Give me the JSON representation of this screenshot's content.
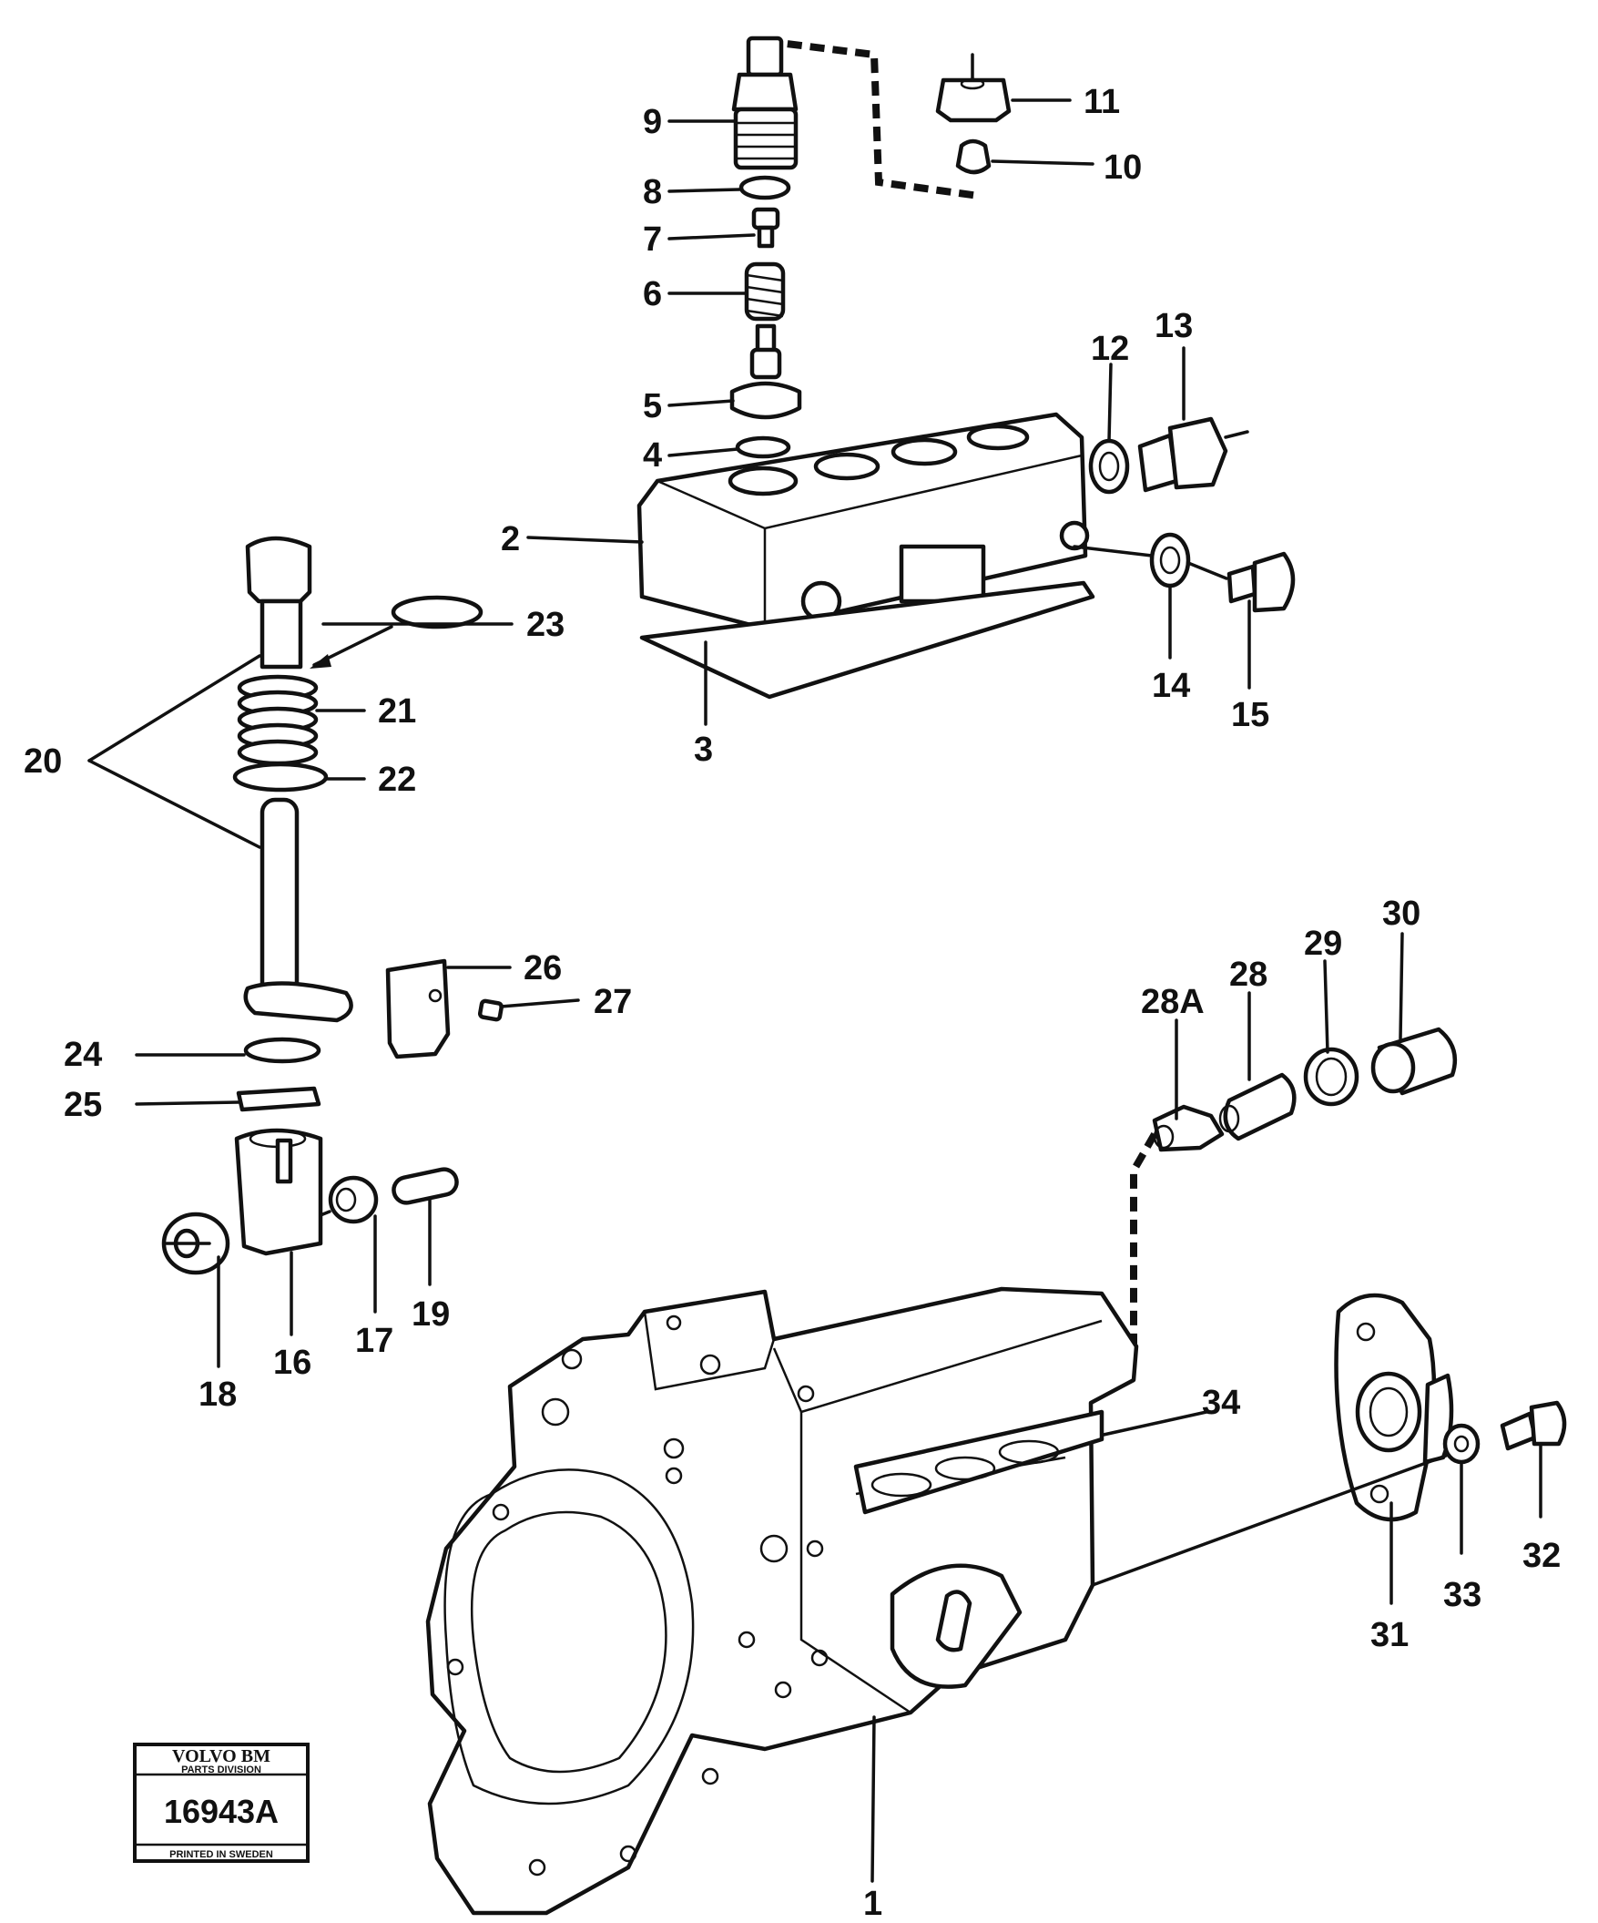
{
  "callouts": [
    {
      "id": "1",
      "text": "1"
    },
    {
      "id": "2",
      "text": "2"
    },
    {
      "id": "3",
      "text": "3"
    },
    {
      "id": "4",
      "text": "4"
    },
    {
      "id": "5",
      "text": "5"
    },
    {
      "id": "6",
      "text": "6"
    },
    {
      "id": "7",
      "text": "7"
    },
    {
      "id": "8",
      "text": "8"
    },
    {
      "id": "9",
      "text": "9"
    },
    {
      "id": "10",
      "text": "10"
    },
    {
      "id": "11",
      "text": "11"
    },
    {
      "id": "12",
      "text": "12"
    },
    {
      "id": "13",
      "text": "13"
    },
    {
      "id": "14",
      "text": "14"
    },
    {
      "id": "15",
      "text": "15"
    },
    {
      "id": "16",
      "text": "16"
    },
    {
      "id": "17",
      "text": "17"
    },
    {
      "id": "18",
      "text": "18"
    },
    {
      "id": "19",
      "text": "19"
    },
    {
      "id": "20",
      "text": "20"
    },
    {
      "id": "21",
      "text": "21"
    },
    {
      "id": "22",
      "text": "22"
    },
    {
      "id": "23",
      "text": "23"
    },
    {
      "id": "24",
      "text": "24"
    },
    {
      "id": "25",
      "text": "25"
    },
    {
      "id": "26",
      "text": "26"
    },
    {
      "id": "27",
      "text": "27"
    },
    {
      "id": "28A",
      "text": "28A"
    },
    {
      "id": "28",
      "text": "28"
    },
    {
      "id": "29",
      "text": "29"
    },
    {
      "id": "30",
      "text": "30"
    },
    {
      "id": "31",
      "text": "31"
    },
    {
      "id": "32",
      "text": "32"
    },
    {
      "id": "33",
      "text": "33"
    },
    {
      "id": "34",
      "text": "34"
    }
  ],
  "stamp": {
    "brand": "VOLVO BM",
    "division": "PARTS DIVISION",
    "number": "16943A",
    "printed": "PRINTED IN SWEDEN"
  }
}
